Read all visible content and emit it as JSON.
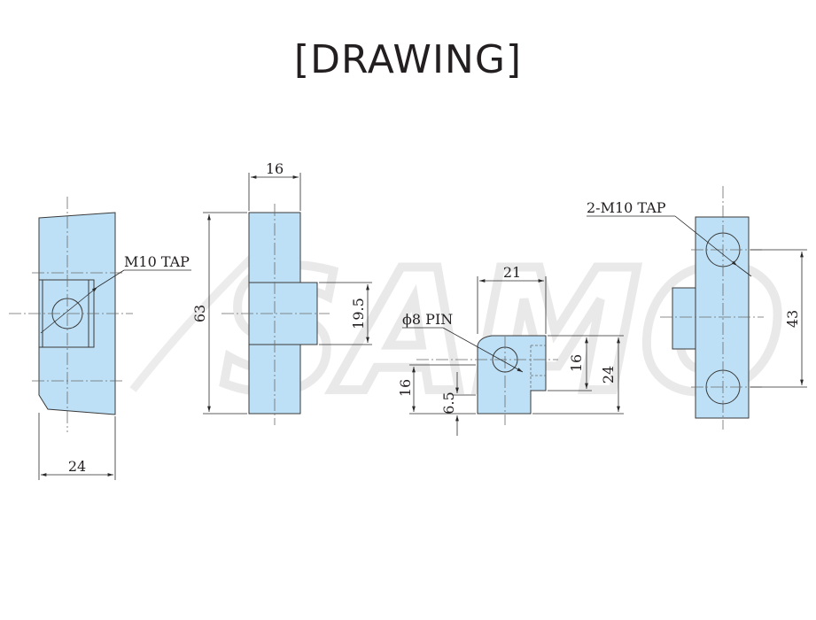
{
  "title": "[DRAWING]",
  "watermark": "SAMO",
  "colors": {
    "part_fill": "#bde0f6",
    "line": "#3a3a3a",
    "text": "#231f20"
  },
  "views": {
    "left": {
      "width_dim": "24",
      "tap_label": "M10 TAP"
    },
    "side": {
      "top_dim": "16",
      "height_dim": "63",
      "boss_dim": "19.5"
    },
    "pin": {
      "width_dim": "21",
      "pin_label": "ϕ8 PIN",
      "left_dim": "16",
      "offset_dim": "6.5",
      "inner_dim": "16",
      "height_dim": "24"
    },
    "right": {
      "tap_label": "2-M10 TAP",
      "pitch_dim": "43"
    }
  }
}
